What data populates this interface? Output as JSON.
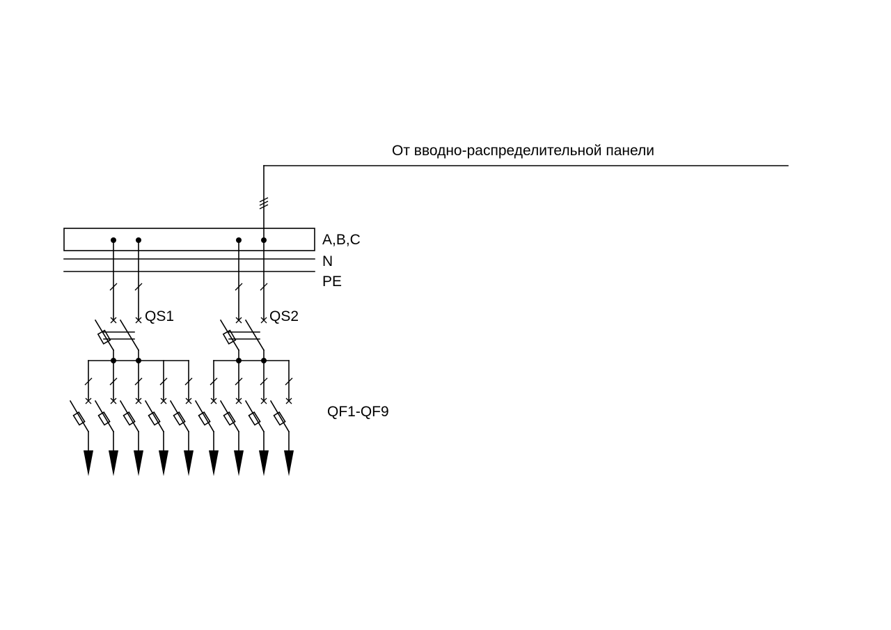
{
  "labels": {
    "source": "От вводно-распределительной панели",
    "bus_phases": "A,B,C",
    "bus_neutral": "N",
    "bus_pe": "PE",
    "switch_1": "QS1",
    "switch_2": "QS2",
    "breakers": "QF1-QF9"
  },
  "colors": {
    "line": "#000000",
    "background": "#ffffff"
  }
}
